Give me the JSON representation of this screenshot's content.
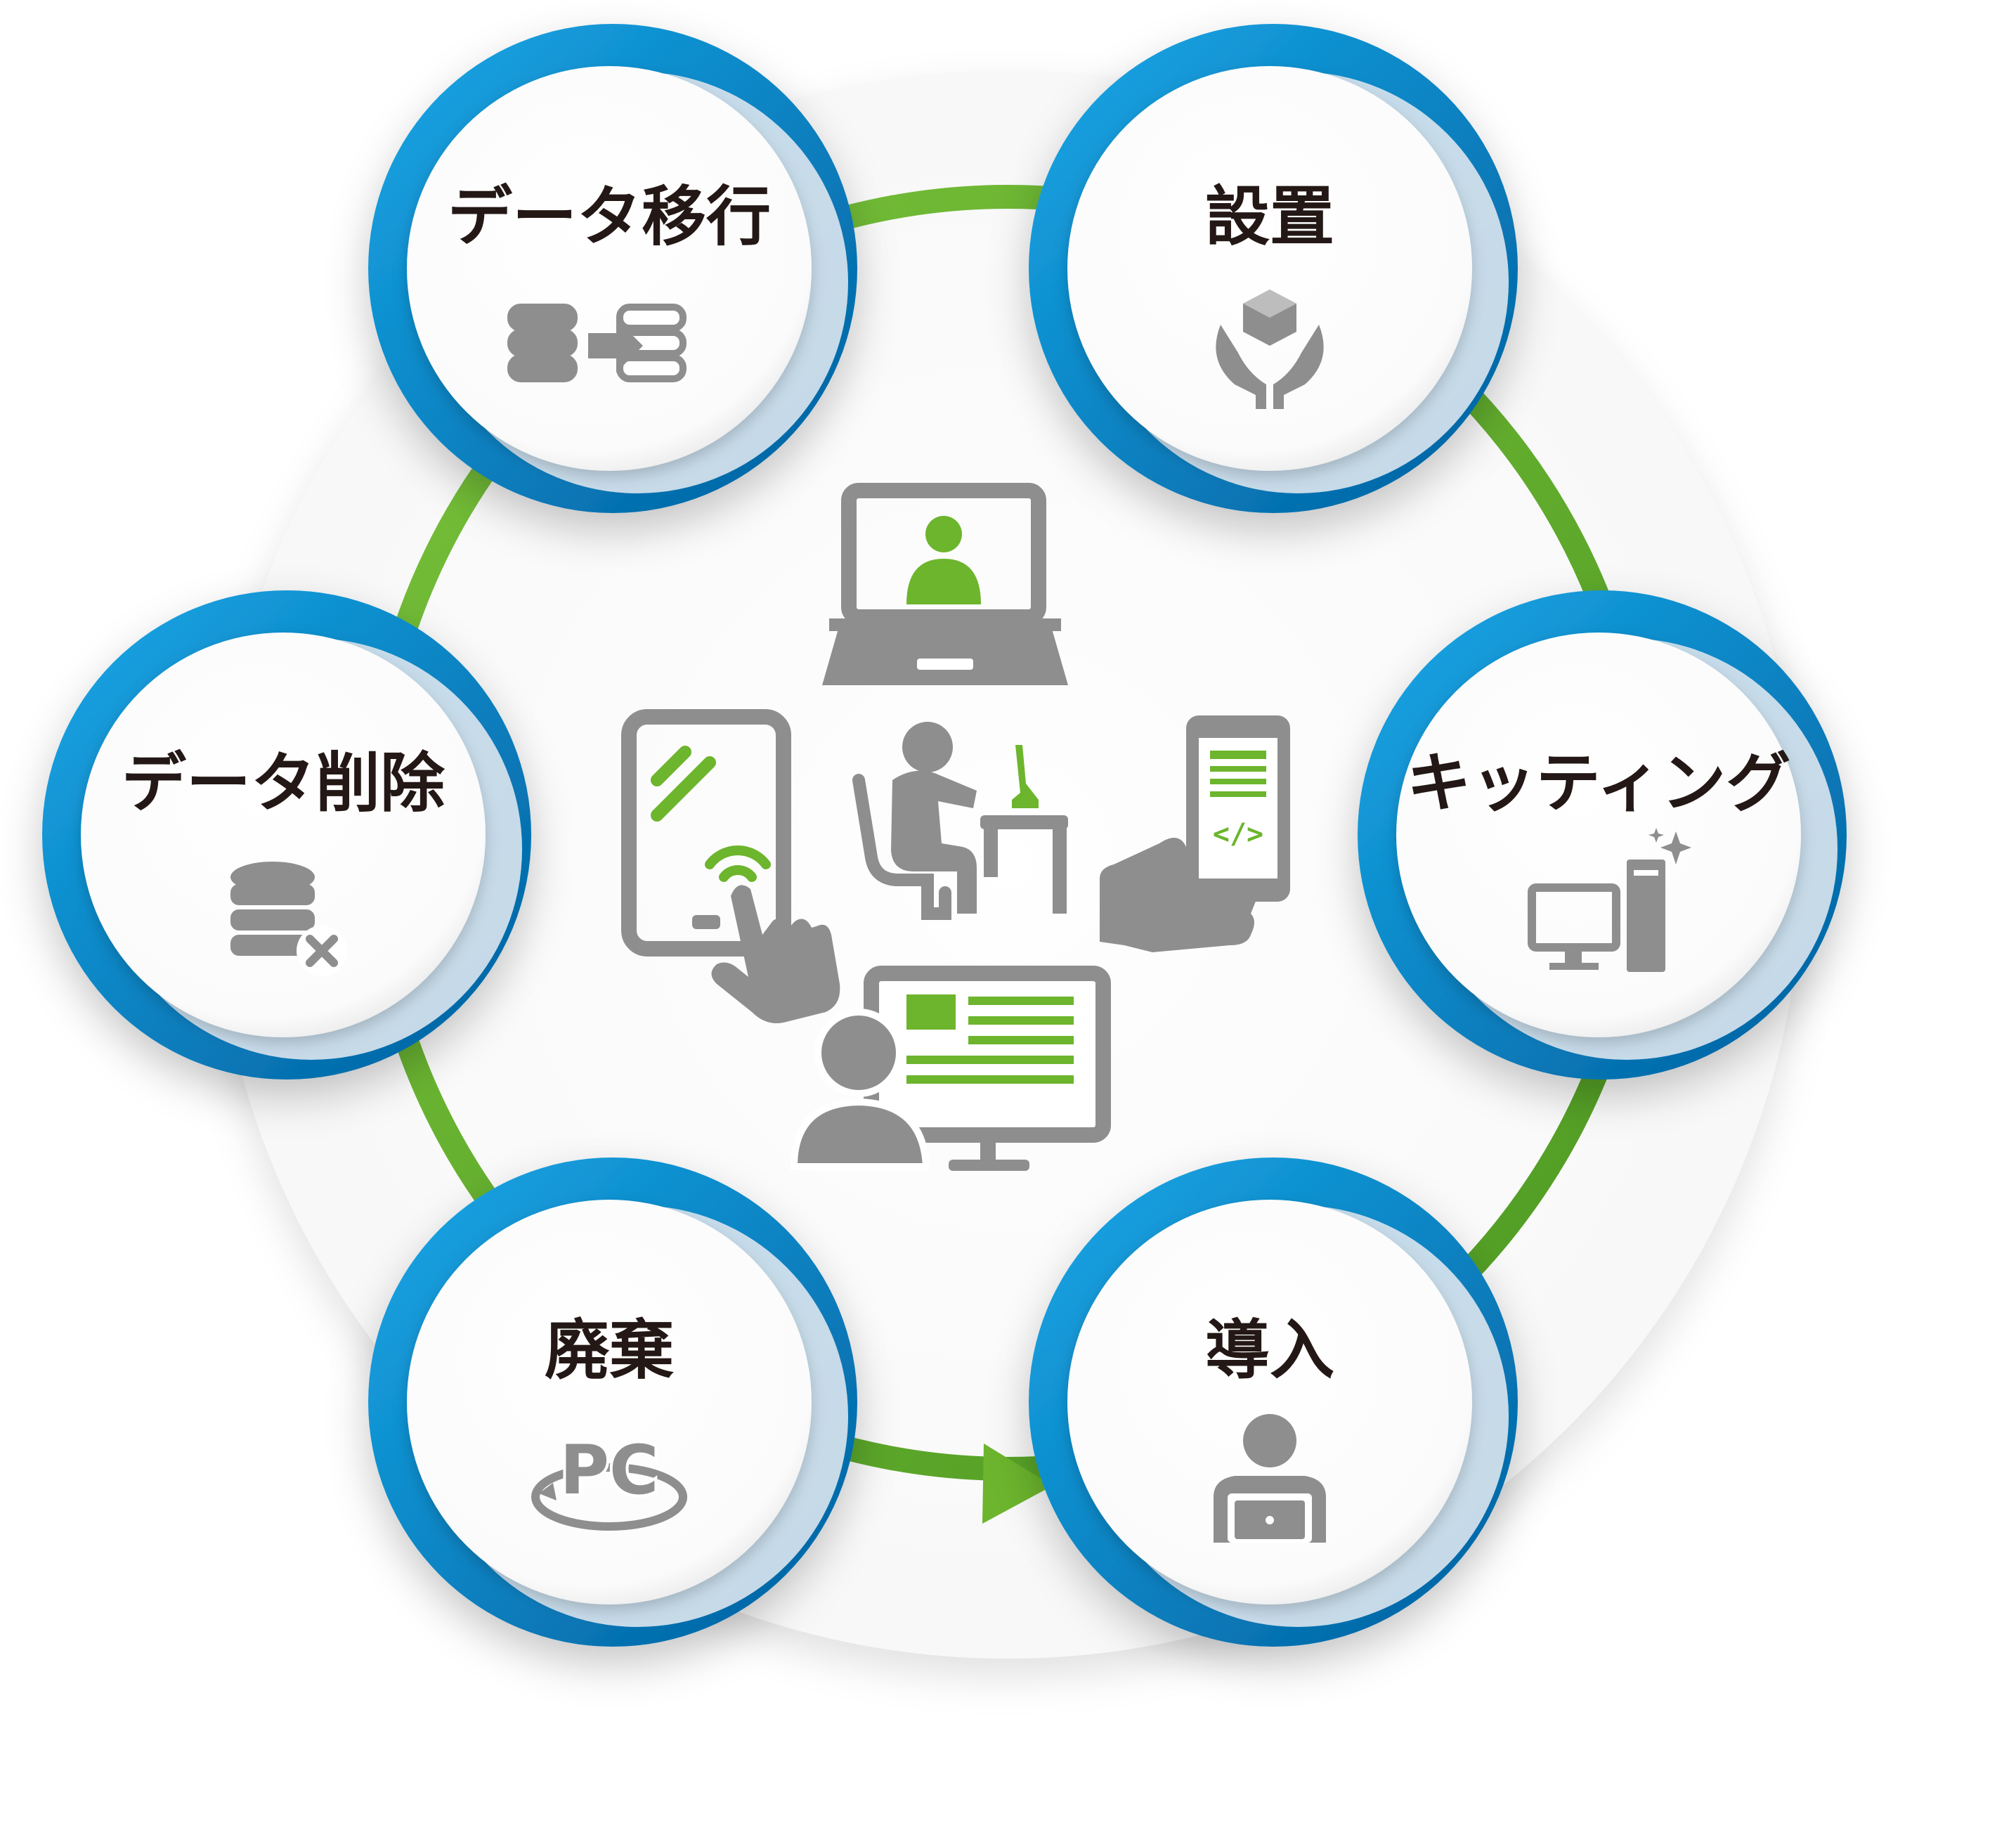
{
  "colors": {
    "ring": "#6cb52d",
    "ring_dark": "#3f7f1c",
    "stage_outer": "#0096d9",
    "stage_outer_dark": "#0068a7",
    "stage_inner_bg": "#ffffff",
    "icon_gray": "#8e8e8e",
    "icon_green": "#6cb52d",
    "text": "#231815"
  },
  "stages": [
    {
      "label": "データ移行",
      "icon": "database-transfer-icon"
    },
    {
      "label": "設置",
      "icon": "hands-box-icon"
    },
    {
      "label": "キッティング",
      "icon": "computer-setup-sparkle-icon"
    },
    {
      "label": "導入",
      "icon": "person-laptop-icon"
    },
    {
      "label": "廃棄",
      "icon": "pc-recycle-icon"
    },
    {
      "label": "データ削除",
      "icon": "database-delete-icon"
    }
  ],
  "center": {
    "icons": [
      "laptop-video-call-icon",
      "tablet-touch-icon",
      "desk-worker-icon",
      "smartphone-code-icon",
      "monitor-user-icon"
    ],
    "badge_text": "PC"
  }
}
